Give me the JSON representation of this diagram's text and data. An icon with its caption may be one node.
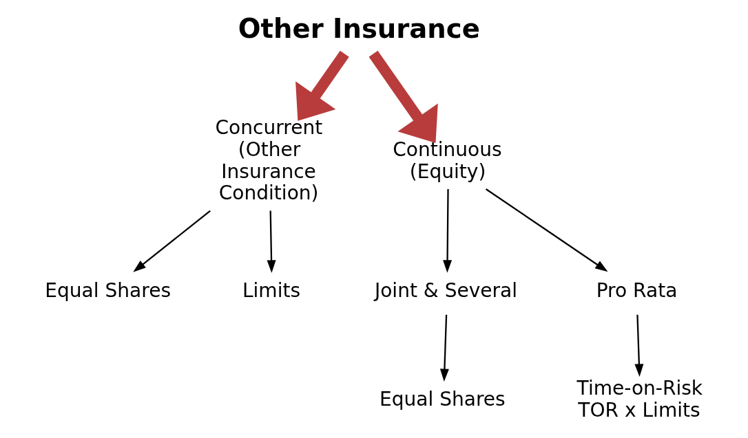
{
  "diagram": {
    "nodes": [
      {
        "text": [
          "Other Insurance"
        ]
      },
      {
        "text": [
          "Concurrent (Other Insurance Condition)"
        ]
      },
      {
        "text": [
          "Continuous (Equity)"
        ]
      },
      {
        "text": [
          "Equal Shares"
        ]
      },
      {
        "text": [
          "Limits"
        ]
      },
      {
        "text": [
          "Joint & Several"
        ]
      },
      {
        "text": [
          "Pro Rata"
        ]
      },
      {
        "text": [
          "Equal Shares"
        ]
      },
      {
        "text": [
          "Time-on-Risk TOR x Limits"
        ]
      }
    ],
    "edges": [
      {
        "from": 0,
        "to": 1,
        "arrow": "to",
        "style": "thick",
        "color": "#b83c3c"
      },
      {
        "from": 0,
        "to": 2,
        "arrow": "to",
        "style": "thick",
        "color": "#b83c3c"
      },
      {
        "from": 1,
        "to": 3,
        "arrow": "to"
      },
      {
        "from": 1,
        "to": 4,
        "arrow": "to"
      },
      {
        "from": 2,
        "to": 5,
        "arrow": "to"
      },
      {
        "from": 2,
        "to": 6,
        "arrow": "to"
      },
      {
        "from": 5,
        "to": 7,
        "arrow": "to"
      },
      {
        "from": 6,
        "to": 8,
        "arrow": "to"
      }
    ]
  }
}
